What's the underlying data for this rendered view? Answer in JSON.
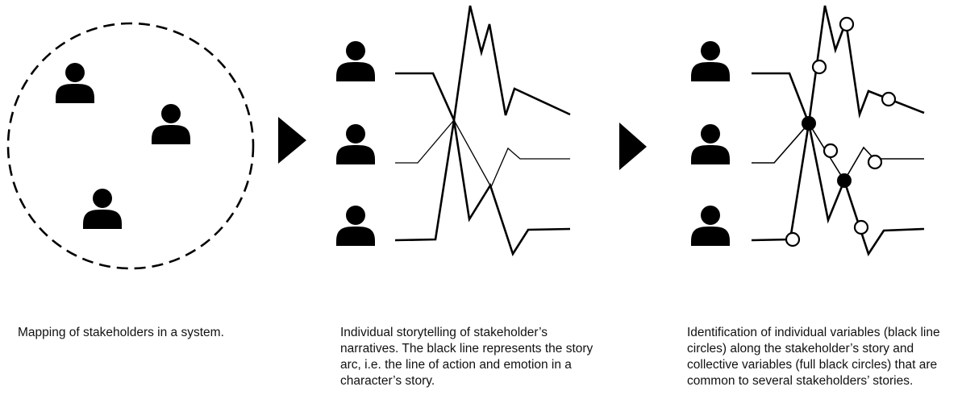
{
  "colors": {
    "ink": "#000000",
    "background": "#ffffff",
    "caption_text": "#111111"
  },
  "icons": {
    "stakeholder": "person-icon",
    "step_arrow": "triangle-right-icon",
    "individual_variable": "hollow-circle-marker",
    "collective_variable": "filled-circle-marker"
  },
  "panels": [
    {
      "caption": "Mapping of stakeholders in a system."
    },
    {
      "caption": "Individual storytelling of stakeholder’s narratives. The black line represents the story arc, i.e. the line of action and emotion in a character’s story."
    },
    {
      "caption": "Identification of individual variables (black line circles) along the stakeholder’s story and collective variables (full black circles) that are common to several stakeholders’ stories."
    }
  ]
}
